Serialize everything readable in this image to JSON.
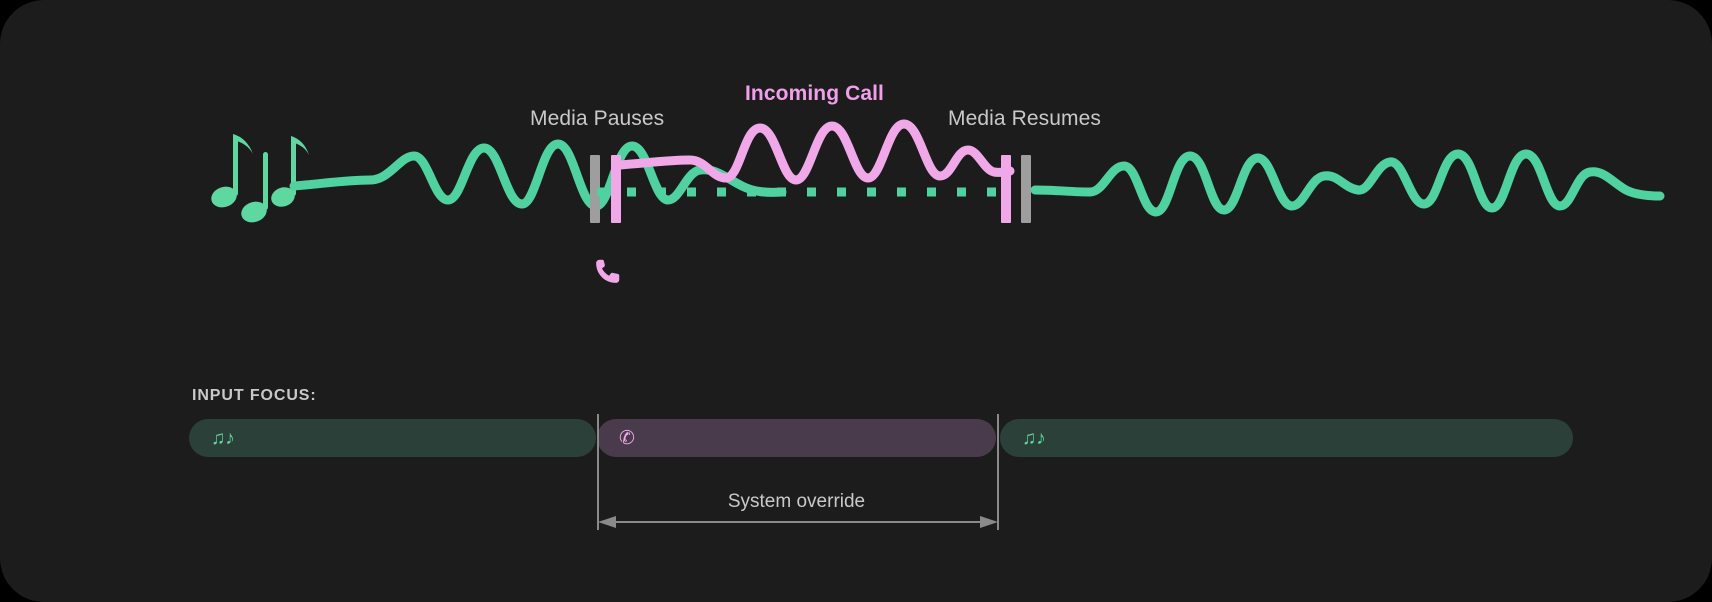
{
  "theme": {
    "background": "#1C1C1C",
    "media_accent": "#5FD7A0",
    "call_accent": "#F0A8E8",
    "marker_gray": "#9E9E9E",
    "text_muted": "#C9C9C9",
    "media_bar_fill": "#2B4038",
    "call_bar_fill": "#4A3B4C"
  },
  "timeline": {
    "music_icon": "music-notes-icon",
    "music_glyph": "♫♪",
    "phone_icon": "phone-icon",
    "phone_glyph": "✆",
    "labels": {
      "media_pauses": "Media Pauses",
      "incoming_call": "Incoming Call",
      "media_resumes": "Media Resumes"
    }
  },
  "focus": {
    "title": "INPUT FOCUS:",
    "bars": [
      {
        "name": "media-a",
        "icon": "music-notes-icon",
        "glyph": "♫♪",
        "state": "media"
      },
      {
        "name": "call",
        "icon": "phone-icon",
        "glyph": "✆",
        "state": "call"
      },
      {
        "name": "media-b",
        "icon": "music-notes-icon",
        "glyph": "♫♪",
        "state": "media"
      }
    ],
    "override_label": "System override"
  }
}
